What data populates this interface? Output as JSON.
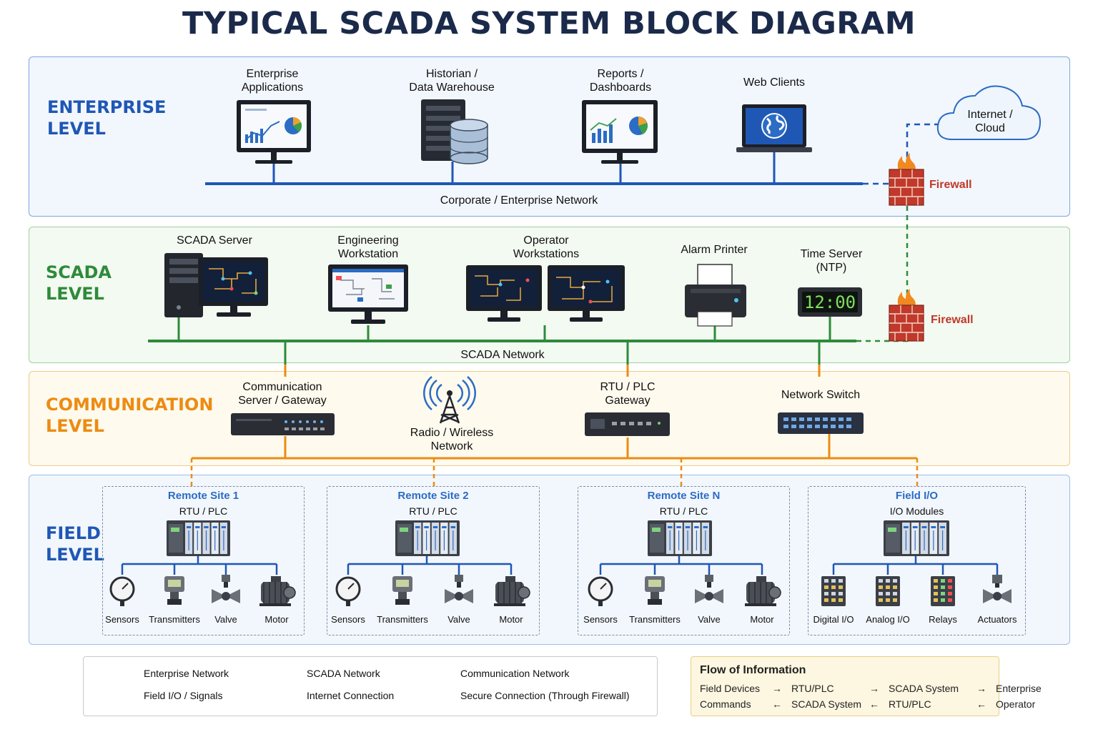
{
  "title": "TYPICAL SCADA SYSTEM BLOCK DIAGRAM",
  "colors": {
    "enterprise": "#1f57b5",
    "scada": "#2e8b3a",
    "communication": "#ec8c12",
    "field": "#1f57b5",
    "firewall": "#c0392b"
  },
  "levels": {
    "enterprise": "ENTERPRISE\nLEVEL",
    "scada": "SCADA\nLEVEL",
    "communication": "COMMUNICATION\nLEVEL",
    "field": "FIELD\nLEVEL"
  },
  "enterprise": {
    "items": [
      {
        "label": "Enterprise\nApplications",
        "icon": "monitor-chart-icon"
      },
      {
        "label": "Historian /\nData Warehouse",
        "icon": "server-database-icon"
      },
      {
        "label": "Reports /\nDashboards",
        "icon": "monitor-dashboard-icon"
      },
      {
        "label": "Web Clients",
        "icon": "laptop-globe-icon"
      }
    ],
    "network_label": "Corporate / Enterprise Network",
    "cloud_label": "Internet /\nCloud",
    "firewall_label": "Firewall"
  },
  "scada": {
    "items": [
      {
        "label": "SCADA Server",
        "icon": "server-tower-monitor-icon"
      },
      {
        "label": "Engineering\nWorkstation",
        "icon": "workstation-icon"
      },
      {
        "label": "Operator\nWorkstations",
        "icon": "dual-monitor-icon"
      },
      {
        "label": "Alarm Printer",
        "icon": "printer-icon"
      },
      {
        "label": "Time Server\n(NTP)",
        "icon": "clock-icon"
      }
    ],
    "clock_display": "12:00",
    "network_label": "SCADA Network",
    "firewall_label": "Firewall"
  },
  "communication": {
    "items": [
      {
        "label": "Communication\nServer / Gateway",
        "icon": "gateway-icon"
      },
      {
        "label": "Radio / Wireless\nNetwork",
        "icon": "radio-tower-icon"
      },
      {
        "label": "RTU / PLC\nGateway",
        "icon": "gateway-icon"
      },
      {
        "label": "Network Switch",
        "icon": "switch-icon"
      }
    ]
  },
  "field": {
    "sites": [
      {
        "title": "Remote Site 1",
        "sub": "RTU / PLC",
        "devices": [
          "Sensors",
          "Transmitters",
          "Valve",
          "Motor"
        ]
      },
      {
        "title": "Remote Site 2",
        "sub": "RTU / PLC",
        "devices": [
          "Sensors",
          "Transmitters",
          "Valve",
          "Motor"
        ]
      },
      {
        "title": "Remote Site N",
        "sub": "RTU / PLC",
        "devices": [
          "Sensors",
          "Transmitters",
          "Valve",
          "Motor"
        ]
      },
      {
        "title": "Field I/O",
        "sub": "I/O Modules",
        "devices": [
          "Digital I/O",
          "Analog I/O",
          "Relays",
          "Actuators"
        ]
      }
    ]
  },
  "legend": [
    {
      "label": "Enterprise Network",
      "color": "#1f57b5",
      "style": "solid"
    },
    {
      "label": "SCADA Network",
      "color": "#2e8b3a",
      "style": "solid"
    },
    {
      "label": "Communication Network",
      "color": "#ec8c12",
      "style": "solid"
    },
    {
      "label": "Field I/O / Signals",
      "color": "#1f57b5",
      "style": "solid"
    },
    {
      "label": "Internet Connection",
      "color": "#1f57b5",
      "style": "dashed"
    },
    {
      "label": "Secure Connection (Through Firewall)",
      "color": "#2e8b3a",
      "style": "dashed"
    }
  ],
  "flow": {
    "title": "Flow of Information",
    "row1": [
      "Field Devices",
      "→",
      "RTU/PLC",
      "→",
      "SCADA System",
      "→",
      "Enterprise"
    ],
    "row2": [
      "Commands",
      "←",
      "SCADA System",
      "←",
      "RTU/PLC",
      "←",
      "Operator"
    ]
  }
}
